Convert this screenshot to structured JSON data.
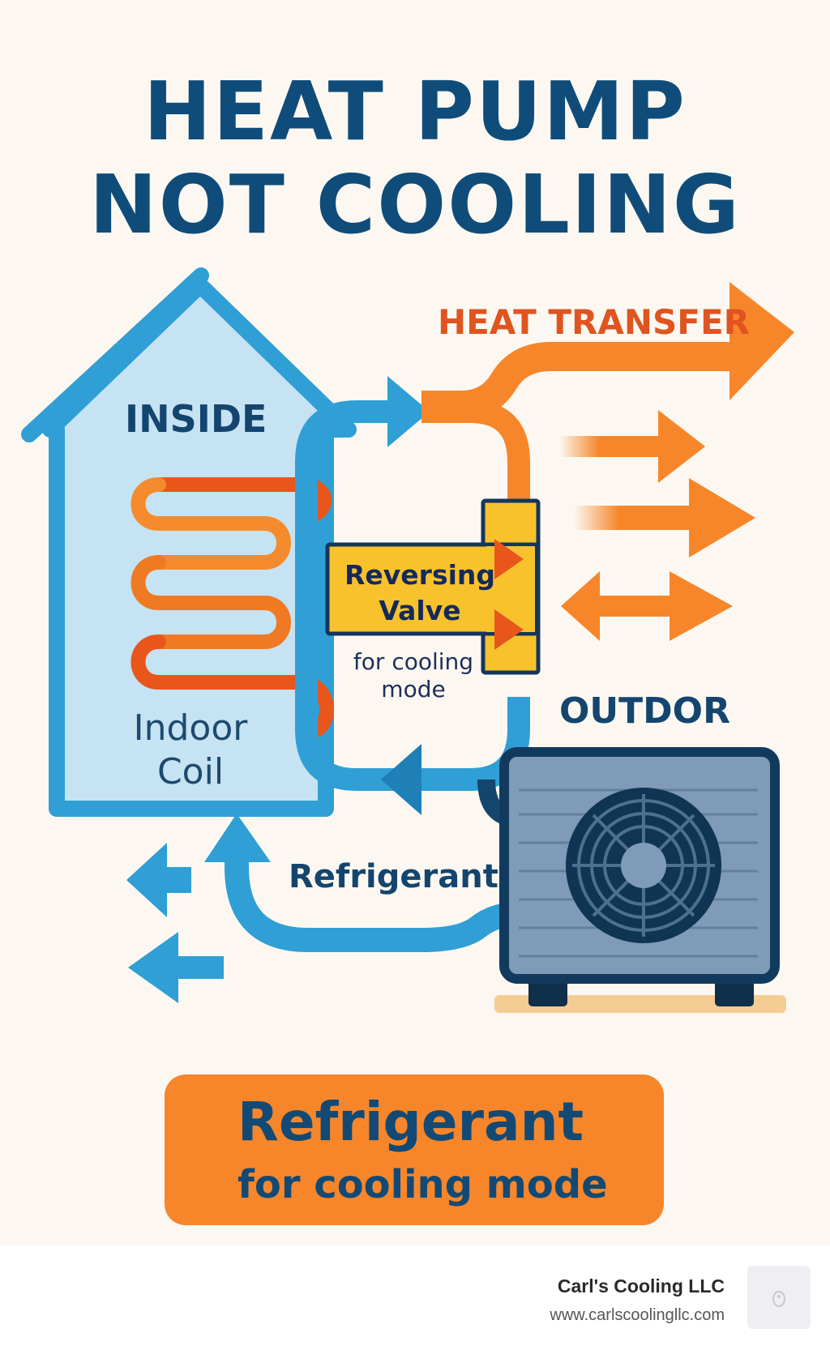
{
  "title": {
    "line1": "HEAT PUMP",
    "line2": "NOT COOLING"
  },
  "labels": {
    "heat_transfer": "HEAT TRANSFER",
    "inside": "INSIDE",
    "indoor_coil": "Indoor Coil",
    "reversing_valve": "Reversing Valve",
    "valve_caption": "for cooling mode",
    "outdoor": "OUTDOR",
    "refrigerant": "Refrigerant"
  },
  "banner": {
    "title": "Refrigerant",
    "subtitle": "for cooling mode"
  },
  "footer": {
    "company": "Carl's Cooling LLC",
    "url": "www.carlscoolingllc.com"
  },
  "colors": {
    "background": "#fcf8f1",
    "navy": "#0f4c7a",
    "blue": "#2f9fd5",
    "house_fill": "#c6e3f3",
    "orange": "#f7862a",
    "red_orange": "#e8561c",
    "valve_yellow": "#f8c22d",
    "unit_gray": "#7f9bb7",
    "unit_frame": "#123a5e",
    "base": "#f5cc93"
  },
  "icons": [
    "house-icon",
    "coil-icon",
    "valve-icon",
    "fan-icon",
    "outdoor-unit-icon",
    "arrow-icon"
  ]
}
